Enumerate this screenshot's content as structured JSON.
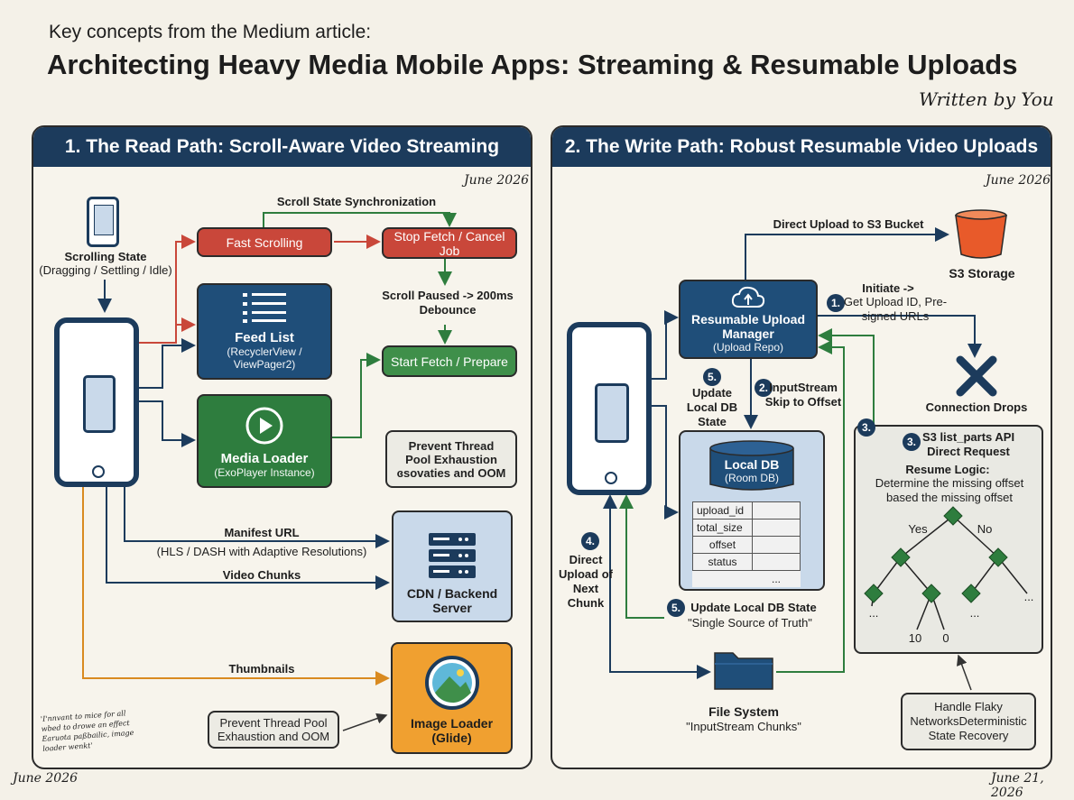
{
  "header": {
    "kicker": "Key concepts from the Medium article:",
    "title": "Architecting Heavy Media Mobile Apps: Streaming & Resumable Uploads",
    "byline": "Written by You"
  },
  "panel1": {
    "heading": "1. The Read Path: Scroll-Aware Video Streaming",
    "date": "June 2026",
    "scrolling_state_title": "Scrolling State",
    "scrolling_state_sub": "(Dragging / Settling / Idle)",
    "sync_label": "Scroll State Synchronization",
    "fast_scrolling": "Fast Scrolling",
    "stop_fetch": "Stop Fetch / Cancel Job",
    "debounce_1": "Scroll Paused -> 200ms",
    "debounce_2": "Debounce",
    "feed_title": "Feed List",
    "feed_sub": "(RecyclerView / ViewPager2)",
    "start_fetch": "Start Fetch / Prepare",
    "media_title": "Media Loader",
    "media_sub": "(ExoPlayer Instance)",
    "prevent_top": "Prevent Thread Pool Exhaustion ɞsovaties and OOM",
    "manifest_title": "Manifest URL",
    "manifest_sub": "(HLS / DASH with Adaptive Resolutions)",
    "chunks": "Video Chunks",
    "cdn_title": "CDN / Backend Server",
    "thumbnails": "Thumbnails",
    "image_loader": "Image Loader (Glide)",
    "prevent_bottom": "Prevent Thread Pool Exhaustion and OOM",
    "scribble": "'I'nnvant to mice for all wbed to drowe an effect Earuota paßbailic, image loader wenkt'"
  },
  "panel2": {
    "heading": "2. The Write Path: Robust Resumable Video Uploads",
    "date": "June 2026",
    "direct_upload": "Direct Upload to S3 Bucket",
    "s3": "S3 Storage",
    "manager_title": "Resumable Upload Manager",
    "manager_sub": "(Upload Repo)",
    "initiate_title": "Initiate ->",
    "initiate_sub": "Get Upload ID, Pre-signed URLs",
    "badge1": "1.",
    "connection_drops": "Connection Drops",
    "badge5a": "5.",
    "update_local": "Update Local DB State",
    "badge2": "2.",
    "input_skip": "InputStream Skip to Offset",
    "badge3": "3.",
    "badge3b": "3.",
    "list_parts_title": "S3 list_parts API Direct Request",
    "resume_logic": "Resume Logic:",
    "resume_desc": "Determine the missing offset based the missing offset",
    "yes": "Yes",
    "no": "No",
    "leaf_dots": "...",
    "leaf_10": "10",
    "leaf_0": "0",
    "localdb_title": "Local DB",
    "localdb_sub": "(Room DB)",
    "db_rows": [
      "upload_id",
      "total_size",
      "offset",
      "status"
    ],
    "db_more": "...",
    "badge4": "4.",
    "direct_chunk": "Direct Upload of Next Chunk",
    "badge5b": "5.",
    "sst_title": "Update Local DB State",
    "sst_sub": "\"Single Source of Truth\"",
    "fs_title": "File System",
    "fs_sub": "\"InputStream Chunks\"",
    "flaky": "Handle Flaky NetworksDeterministic State Recovery"
  },
  "footer": {
    "left_date": "June 2026",
    "right_date": "June 21, 2026"
  },
  "colors": {
    "navy": "#1c3b5c",
    "red": "#c9473a",
    "green": "#2e7d3e",
    "orange": "#f0a030"
  }
}
